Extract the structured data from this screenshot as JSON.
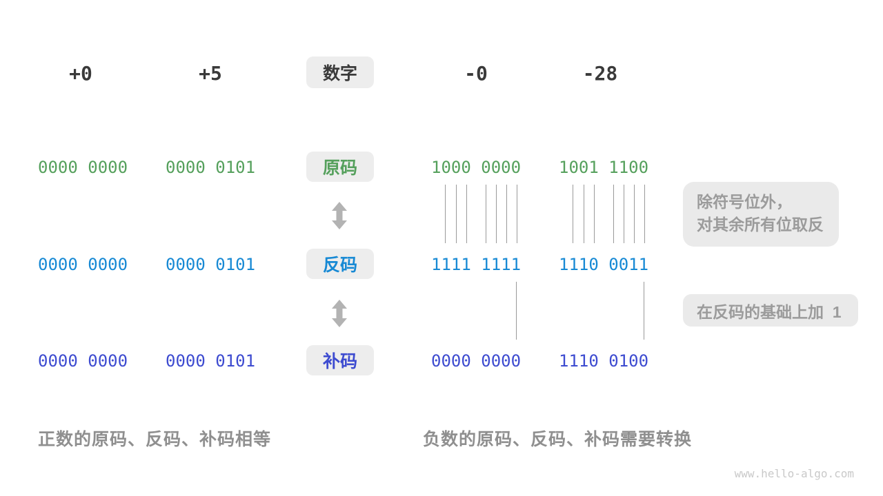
{
  "header": {
    "positive_zero": "+0",
    "positive_five": "+5",
    "number_badge": "数字",
    "negative_zero": "-0",
    "negative_twentyeight": "-28"
  },
  "rows": [
    {
      "badge": "原码",
      "color": "#55a05c",
      "values": [
        "0000 0000",
        "0000 0101",
        "1000 0000",
        "1001 1100"
      ]
    },
    {
      "badge": "反码",
      "color": "#1789d4",
      "values": [
        "0000 0000",
        "0000 0101",
        "1111 1111",
        "1110 0011"
      ]
    },
    {
      "badge": "补码",
      "color": "#3d4bd0",
      "values": [
        "0000 0000",
        "0000 0101",
        "0000 0000",
        "1110 0100"
      ]
    }
  ],
  "annotations": {
    "invert_bits_line1": "除符号位外，",
    "invert_bits_line2": "对其余所有位取反",
    "add_one": "在反码的基础上加  1"
  },
  "captions": {
    "positive": "正数的原码、反码、补码相等",
    "negative": "负数的原码、反码、补码需要转换"
  },
  "watermark": "www.hello-algo.com",
  "colors": {
    "header_text": "#3a3a3a",
    "badge_bg": "#ededed",
    "annotation_bg": "#eaeaea",
    "annotation_text": "#9b9b9b",
    "caption_text": "#8f8f8f",
    "arrow": "#b3b3b3",
    "connector_line": "#999999",
    "watermark_text": "#c9c9c9"
  }
}
